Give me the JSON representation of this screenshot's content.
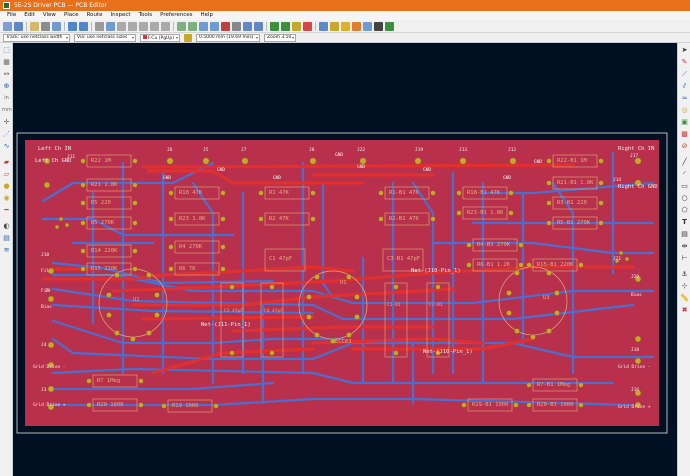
{
  "window": {
    "title": "5E-2S Driver PCB — PCB Editor"
  },
  "menu": [
    "File",
    "Edit",
    "View",
    "Place",
    "Route",
    "Inspect",
    "Tools",
    "Preferences",
    "Help"
  ],
  "options": {
    "track_width": "Track: use netclass width",
    "via_size": "Via: use netclass sizes",
    "layer": "F.Cu (PgUp)",
    "grid": "0.5000 mm (19.69 mils)",
    "zoom": "Zoom 3.50"
  },
  "colors": {
    "board_fill": "#b8304c",
    "front_copper": "#d93535",
    "back_copper": "#4b6fd1",
    "pad": "#c9a72a",
    "silkscreen": "#e2b07a",
    "background": "#001023"
  },
  "left_tools": [
    "select-icon",
    "grid-icon",
    "ruler-icon",
    "polar-icon",
    "inch-icon",
    "mm-icon",
    "cursor-icon",
    "ratsnest-icon",
    "ratsnest-curve-icon",
    "zone-filled-icon",
    "zone-outline-icon",
    "pad-fill-icon",
    "via-fill-icon",
    "track-fill-icon",
    "contrast-icon",
    "appearance-icon",
    "layers-icon"
  ],
  "right_tools": [
    "pointer-icon",
    "highlight-icon",
    "route-track-icon",
    "route-diff-icon",
    "tune-icon",
    "via-icon",
    "footprint-icon",
    "zone-icon",
    "keepout-icon",
    "line-icon",
    "arc-icon",
    "rect-icon",
    "circle-icon",
    "polygon-icon",
    "text-icon",
    "textbox-icon",
    "dimension-icon",
    "dimension-orth-icon",
    "anchor-icon",
    "grid-origin-icon",
    "measure-icon",
    "delete-icon"
  ],
  "board": {
    "connectors": [
      {
        "ref": "J6",
        "net": ""
      },
      {
        "ref": "J5",
        "net": ""
      },
      {
        "ref": "J7",
        "net": ""
      },
      {
        "ref": "J8",
        "net": "GND"
      },
      {
        "ref": "J22",
        "net": "GND"
      },
      {
        "ref": "J19",
        "net": ""
      },
      {
        "ref": "J13",
        "net": ""
      },
      {
        "ref": "J12",
        "net": "GND"
      },
      {
        "ref": "J17",
        "net": "Right Ch IN"
      },
      {
        "ref": "J10",
        "net": "Fil"
      },
      {
        "ref": "J9",
        "net": "Bias"
      },
      {
        "ref": "J4",
        "net": "Grid Drive -"
      },
      {
        "ref": "J3",
        "net": "Grid Drive +"
      },
      {
        "ref": "J20",
        "net": "Bias"
      },
      {
        "ref": "J18",
        "net": "Grid Drive -"
      },
      {
        "ref": "J16",
        "net": "Grid Drive +"
      }
    ],
    "side_labels": {
      "left_in": "Left Ch IN",
      "left_gnd": "Left Ch GND",
      "right_in": "Right Ch IN",
      "right_gnd": "Right Ch GND",
      "fil": "Fil",
      "j11": "J11",
      "j21": "J21",
      "j14": "J14"
    },
    "net_labels": {
      "gnd_a": "GND",
      "gnd_b": "GND",
      "gnd_c": "GND",
      "gnd_d": "GND",
      "gnd_e": "GND",
      "net_j10": "Net-(J10-Pin_1)",
      "net_j11": "Net-(J11-Pin_1)",
      "net_j10b": "Net-(J10-Pin_1)"
    },
    "components": [
      {
        "ref": "R22 1M"
      },
      {
        "ref": "R21 1.8K"
      },
      {
        "ref": "R5 220"
      },
      {
        "ref": "R5 270K"
      },
      {
        "ref": "R14 220K"
      },
      {
        "ref": "R15 220K"
      },
      {
        "ref": "R18 47K"
      },
      {
        "ref": "R23 1.8K"
      },
      {
        "ref": "R4 270K"
      },
      {
        "ref": "R6 7K"
      },
      {
        "ref": "R1 47K"
      },
      {
        "ref": "R2 47K"
      },
      {
        "ref": "C1 47pF"
      },
      {
        "ref": "C3 47pF"
      },
      {
        "ref": "C4 47pF"
      },
      {
        "ref": "R7 1Meg"
      },
      {
        "ref": "R20 1000"
      },
      {
        "ref": "R19 1000"
      },
      {
        "ref": "U2"
      },
      {
        "ref": "U1"
      },
      {
        "ref": "ECC83"
      },
      {
        "ref": "U3"
      },
      {
        "ref": "R1-B1 47K"
      },
      {
        "ref": "R2-B1 47K"
      },
      {
        "ref": "R18-B1 47K"
      },
      {
        "ref": "R23-B1 1.8K"
      },
      {
        "ref": "R4-B1 270K"
      },
      {
        "ref": "R6-B1 1.2K"
      },
      {
        "ref": "R22-B1 1M"
      },
      {
        "ref": "R21-B1 1.8K"
      },
      {
        "ref": "R3-B1 220"
      },
      {
        "ref": "R5-B1 270K"
      },
      {
        "ref": "R15-B1 220K"
      },
      {
        "ref": "R7-B1 1Meg"
      },
      {
        "ref": "R19-B1 1000"
      },
      {
        "ref": "R20-B1 1000"
      },
      {
        "ref": "C1-B1"
      },
      {
        "ref": "C2-B1"
      },
      {
        "ref": "C3-B1 47pF"
      }
    ]
  }
}
